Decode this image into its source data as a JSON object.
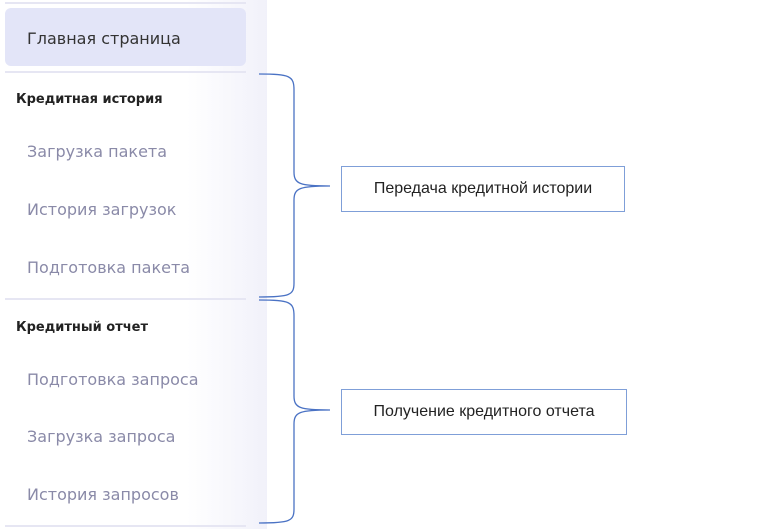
{
  "sidebar": {
    "home": "Главная страница",
    "sections": [
      {
        "title": "Кредитная история",
        "items": [
          "Загрузка пакета",
          "История загрузок",
          "Подготовка пакета"
        ]
      },
      {
        "title": "Кредитный отчет",
        "items": [
          "Подготовка запроса",
          "Загрузка запроса",
          "История запросов"
        ]
      }
    ]
  },
  "annotations": [
    "Передача кредитной истории",
    "Получение кредитного отчета"
  ],
  "colors": {
    "brace": "#4a72c4",
    "active": "#e3e5f8"
  }
}
